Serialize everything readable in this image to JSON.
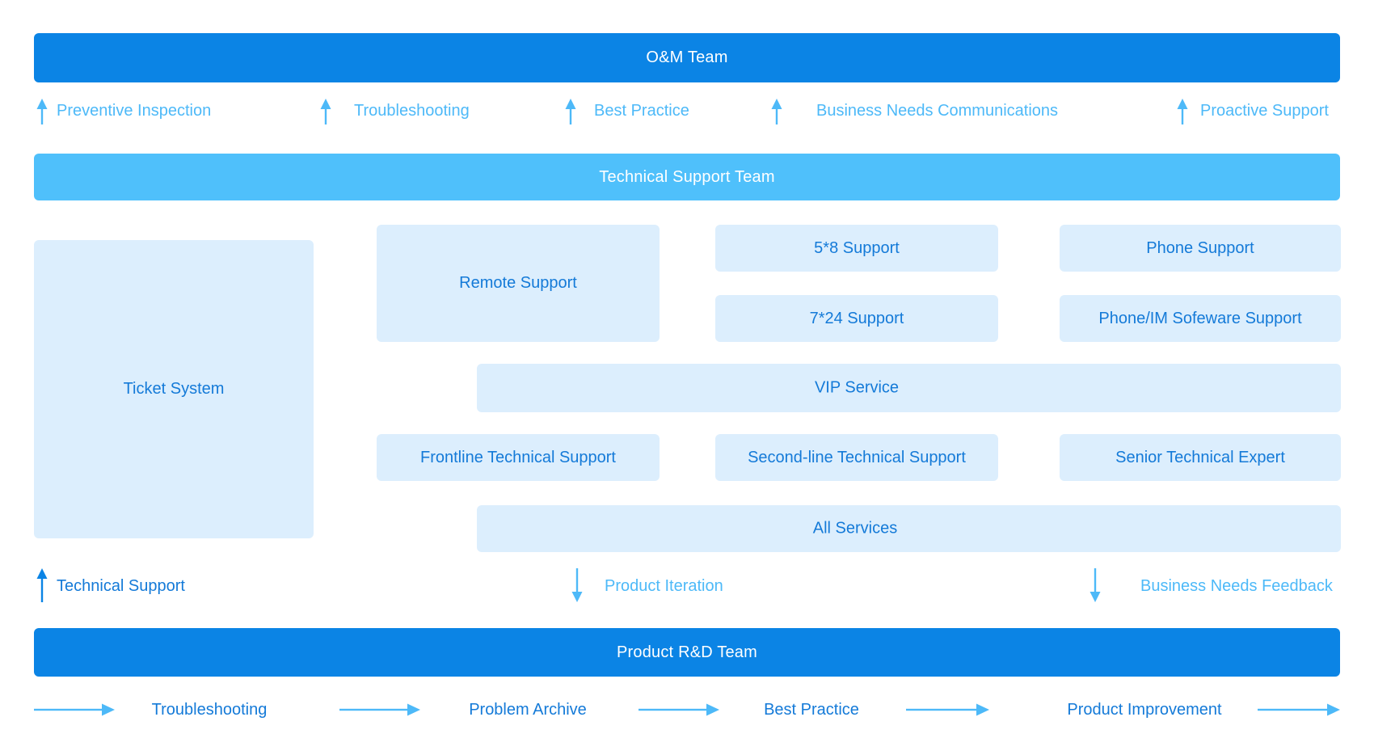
{
  "colors": {
    "bar_dark": "#0B84E5",
    "bar_light": "#4FC0FB",
    "box_bg": "#DCEEFD",
    "text_blue": "#147AD8",
    "light_blue": "#4DB9F8",
    "bar_text": "#FFFFFF"
  },
  "bars": {
    "om_team": "O&M Team",
    "technical_support_team": "Technical Support Team",
    "product_rd_team": "Product R&D Team"
  },
  "top_flows": [
    {
      "label": "Preventive Inspection",
      "direction": "up",
      "tone": "light"
    },
    {
      "label": "Troubleshooting",
      "direction": "up",
      "tone": "light"
    },
    {
      "label": "Best Practice",
      "direction": "up",
      "tone": "light"
    },
    {
      "label": "Business Needs Communications",
      "direction": "up",
      "tone": "light"
    },
    {
      "label": "Proactive Support",
      "direction": "up",
      "tone": "light"
    }
  ],
  "support_boxes": {
    "ticket_system": "Ticket System",
    "remote_support": "Remote Support",
    "support_5x8": "5*8 Support",
    "support_7x24": "7*24 Support",
    "phone_support": "Phone Support",
    "phone_im_software_support": "Phone/IM Sofeware Support",
    "vip_service": "VIP Service",
    "frontline_technical_support": "Frontline Technical Support",
    "second_line_technical_support": "Second-line Technical Support",
    "senior_technical_expert": "Senior Technical Expert",
    "all_services": "All Services"
  },
  "mid_flows": [
    {
      "label": "Technical Support",
      "direction": "up",
      "tone": "dark"
    },
    {
      "label": "Product Iteration",
      "direction": "down",
      "tone": "light"
    },
    {
      "label": "Business Needs Feedback",
      "direction": "down",
      "tone": "light"
    }
  ],
  "bottom_flows": [
    {
      "label": "Troubleshooting",
      "direction": "right"
    },
    {
      "label": "Problem Archive",
      "direction": "right"
    },
    {
      "label": "Best Practice",
      "direction": "right"
    },
    {
      "label": "Product Improvement",
      "direction": "right"
    }
  ]
}
